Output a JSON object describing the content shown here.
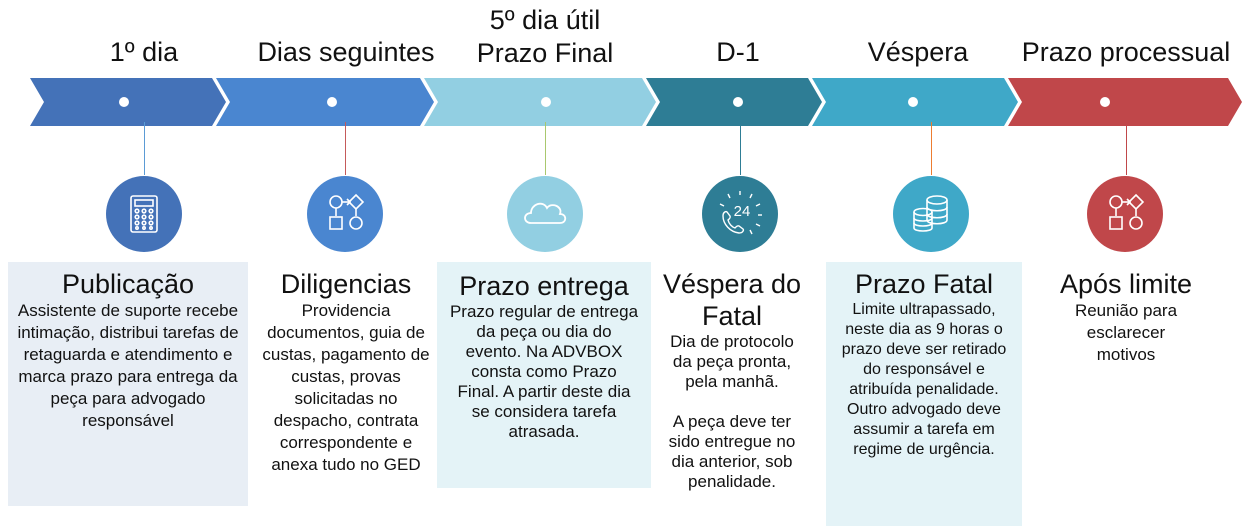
{
  "colors": {
    "step1": "#4472b8",
    "step2": "#4a86d0",
    "step3": "#92cfe2",
    "step4": "#2e7d95",
    "step5": "#3fa8c8",
    "step6": "#c0474a",
    "box_bg": "#e8eef5",
    "box_bg_teal": "#e4f3f7",
    "lines": [
      "#5b9bd5",
      "#c55a5a",
      "#a9c86e",
      "#2e7d95",
      "#ed7d31",
      "#c0474a"
    ]
  },
  "steps": [
    {
      "phase": "1º dia",
      "icon": "calculator-icon",
      "title": "Publicação",
      "body": "Assistente de suporte recebe intimação, distribui tarefas de retaguarda e atendimento e marca prazo para entrega da peça para advogado responsável"
    },
    {
      "phase": "Dias seguintes",
      "icon": "workflow-icon",
      "title": "Diligencias",
      "body": "Providencia documentos, guia de custas, pagamento de custas, provas solicitadas no despacho, contrata correspondente e anexa tudo no GED"
    },
    {
      "phase_line1": "5º dia útil",
      "phase_line2": "Prazo Final",
      "icon": "cloud-icon",
      "title": "Prazo entrega",
      "body": "Prazo regular de entrega da peça ou dia do evento. Na ADVBOX consta como Prazo Final. A partir deste dia se considera tarefa atrasada."
    },
    {
      "phase": "D-1",
      "icon": "24h-phone-icon",
      "icon_text": "24",
      "title_line1": "Véspera do",
      "title_line2": "Fatal",
      "body1": "Dia de protocolo da peça pronta, pela manhã.",
      "body2": "A peça deve ter sido entregue no dia anterior, sob penalidade."
    },
    {
      "phase": "Véspera",
      "icon": "coins-icon",
      "title": "Prazo Fatal",
      "body": "Limite ultrapassado, neste dia as 9 horas o prazo deve ser retirado do responsável e atribuída penalidade. Outro advogado deve assumir a tarefa em regime de urgência."
    },
    {
      "phase": "Prazo processual",
      "icon": "workflow-icon",
      "title": "Após limite",
      "body": "Reunião para esclarecer motivos"
    }
  ]
}
